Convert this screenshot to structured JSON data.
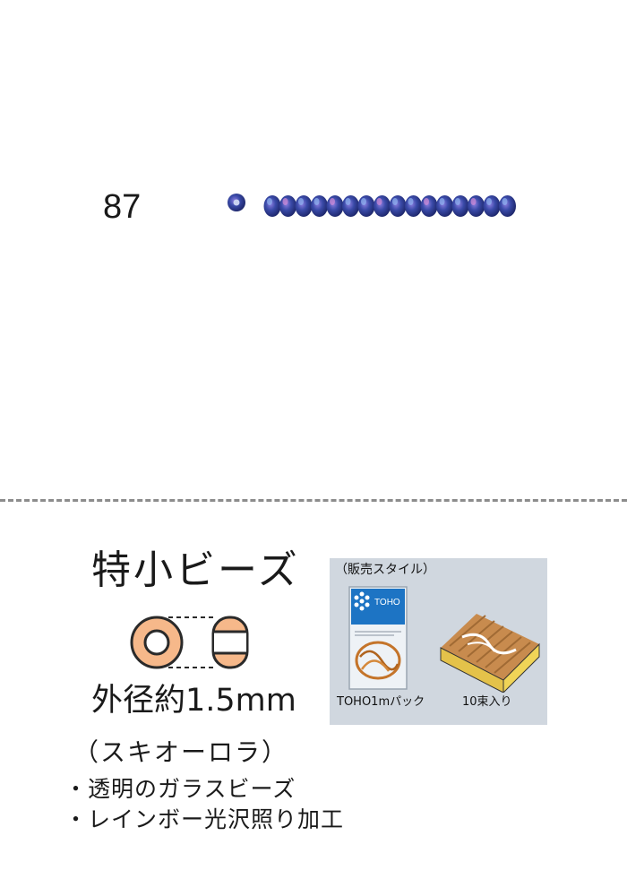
{
  "product": {
    "color_number": "87",
    "bead_type": "特小ビーズ",
    "size_text": "外径約1.5mm",
    "finish_name": "（スキオーロラ）",
    "features": [
      "・透明のガラスビーズ",
      "・レインボー光沢照り加工"
    ]
  },
  "sales_style": {
    "title": "（販売スタイル）",
    "pack_label": "TOHO1mパック",
    "bundle_label": "10束入り",
    "brand": "TOHO"
  },
  "colors": {
    "bead_blue": "#2b3a8c",
    "bead_highlight": "#7a6fd0",
    "bead_diagram_fill": "#f6b88a",
    "panel_bg": "#d0d7df",
    "divider": "#8c8c8c"
  },
  "icons": {
    "bead_strand": "bead-strand-icon",
    "bead_diagram": "bead-cross-section-icon"
  }
}
